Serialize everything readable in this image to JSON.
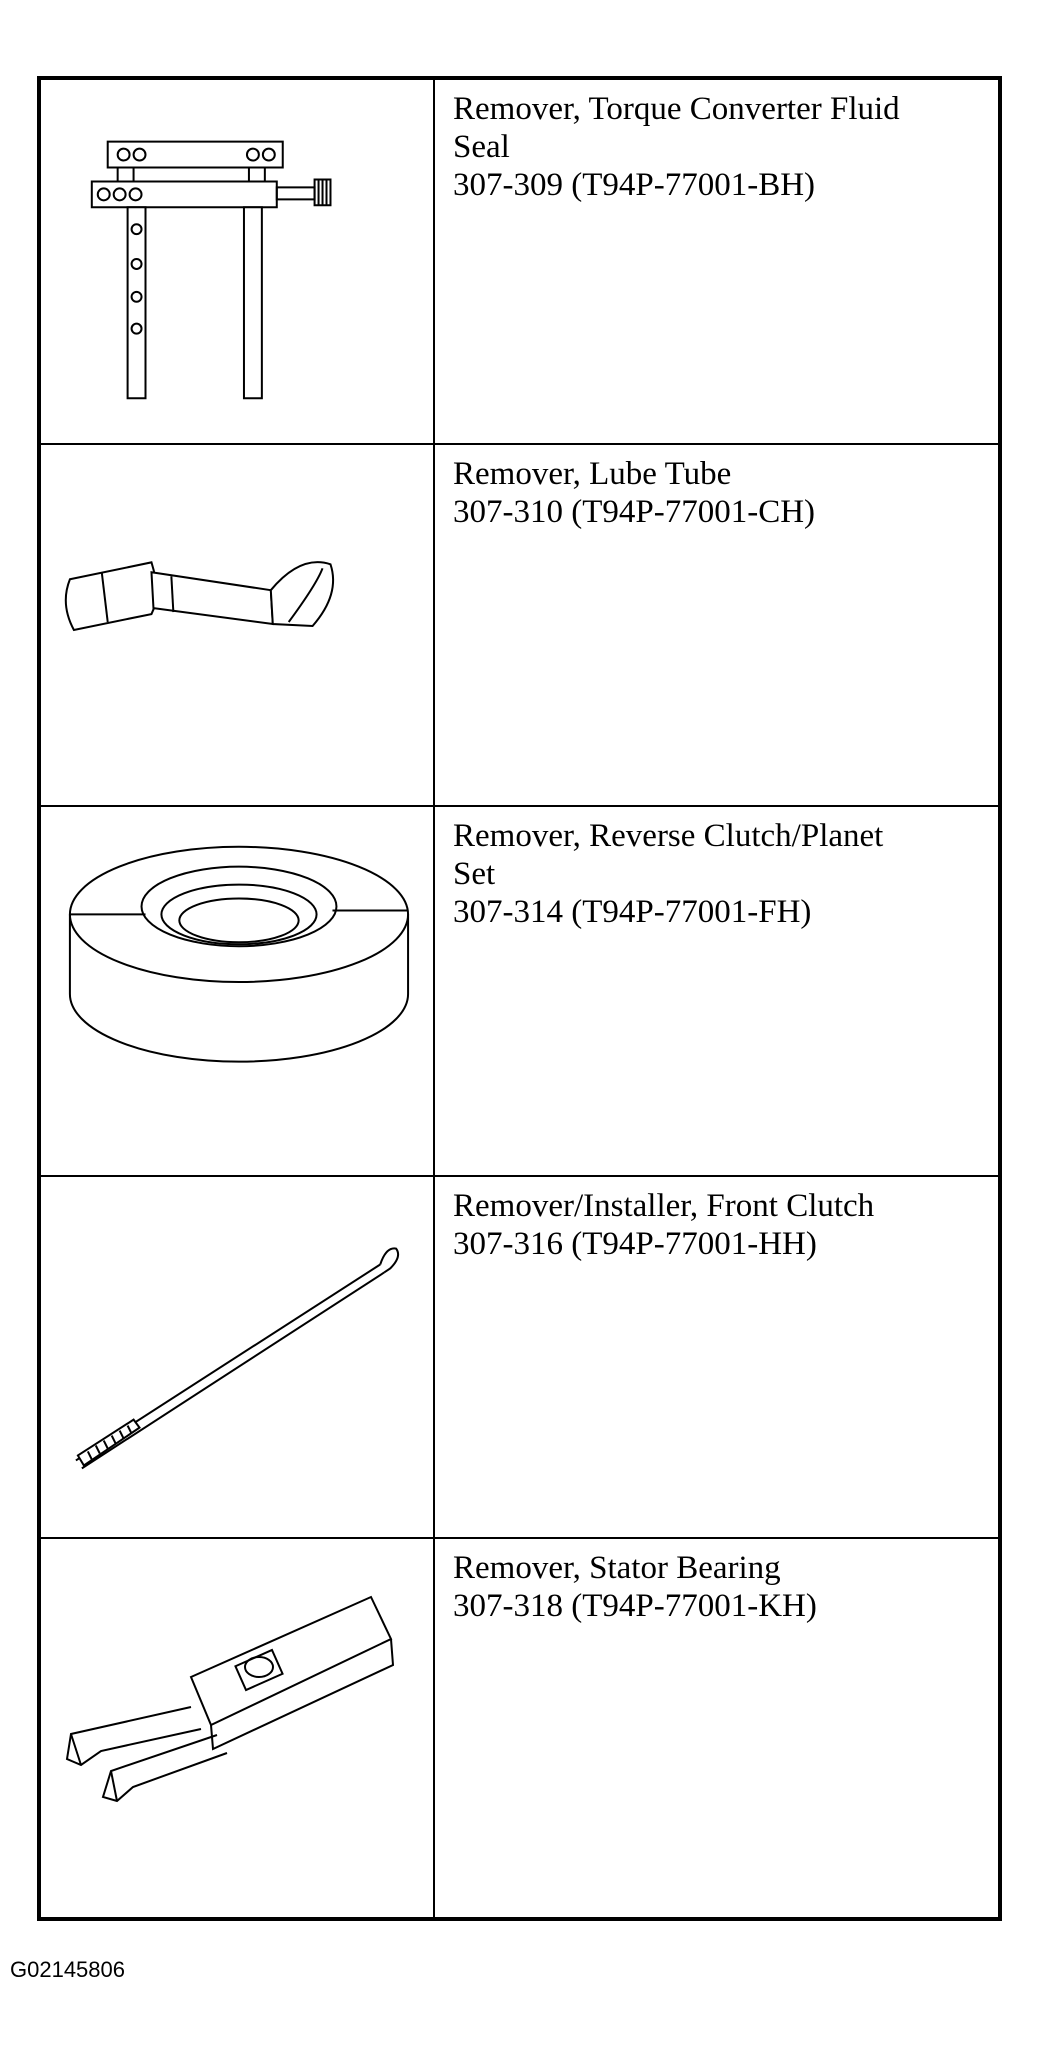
{
  "tools": [
    {
      "lines": [
        "Remover, Torque Converter Fluid",
        "Seal",
        "307-309 (T94P-77001-BH)"
      ],
      "illustration": "fluid-seal-remover-icon"
    },
    {
      "lines": [
        "Remover, Lube Tube",
        "307-310 (T94P-77001-CH)"
      ],
      "illustration": "lube-tube-remover-icon"
    },
    {
      "lines": [
        "Remover, Reverse Clutch/Planet",
        "Set",
        "307-314 (T94P-77001-FH)"
      ],
      "illustration": "reverse-clutch-remover-icon"
    },
    {
      "lines": [
        "Remover/Installer, Front Clutch",
        "307-316 (T94P-77001-HH)"
      ],
      "illustration": "front-clutch-rod-icon"
    },
    {
      "lines": [
        "Remover, Stator Bearing",
        "307-318 (T94P-77001-KH)"
      ],
      "illustration": "stator-bearing-remover-icon"
    }
  ],
  "figure_id": "G02145806"
}
